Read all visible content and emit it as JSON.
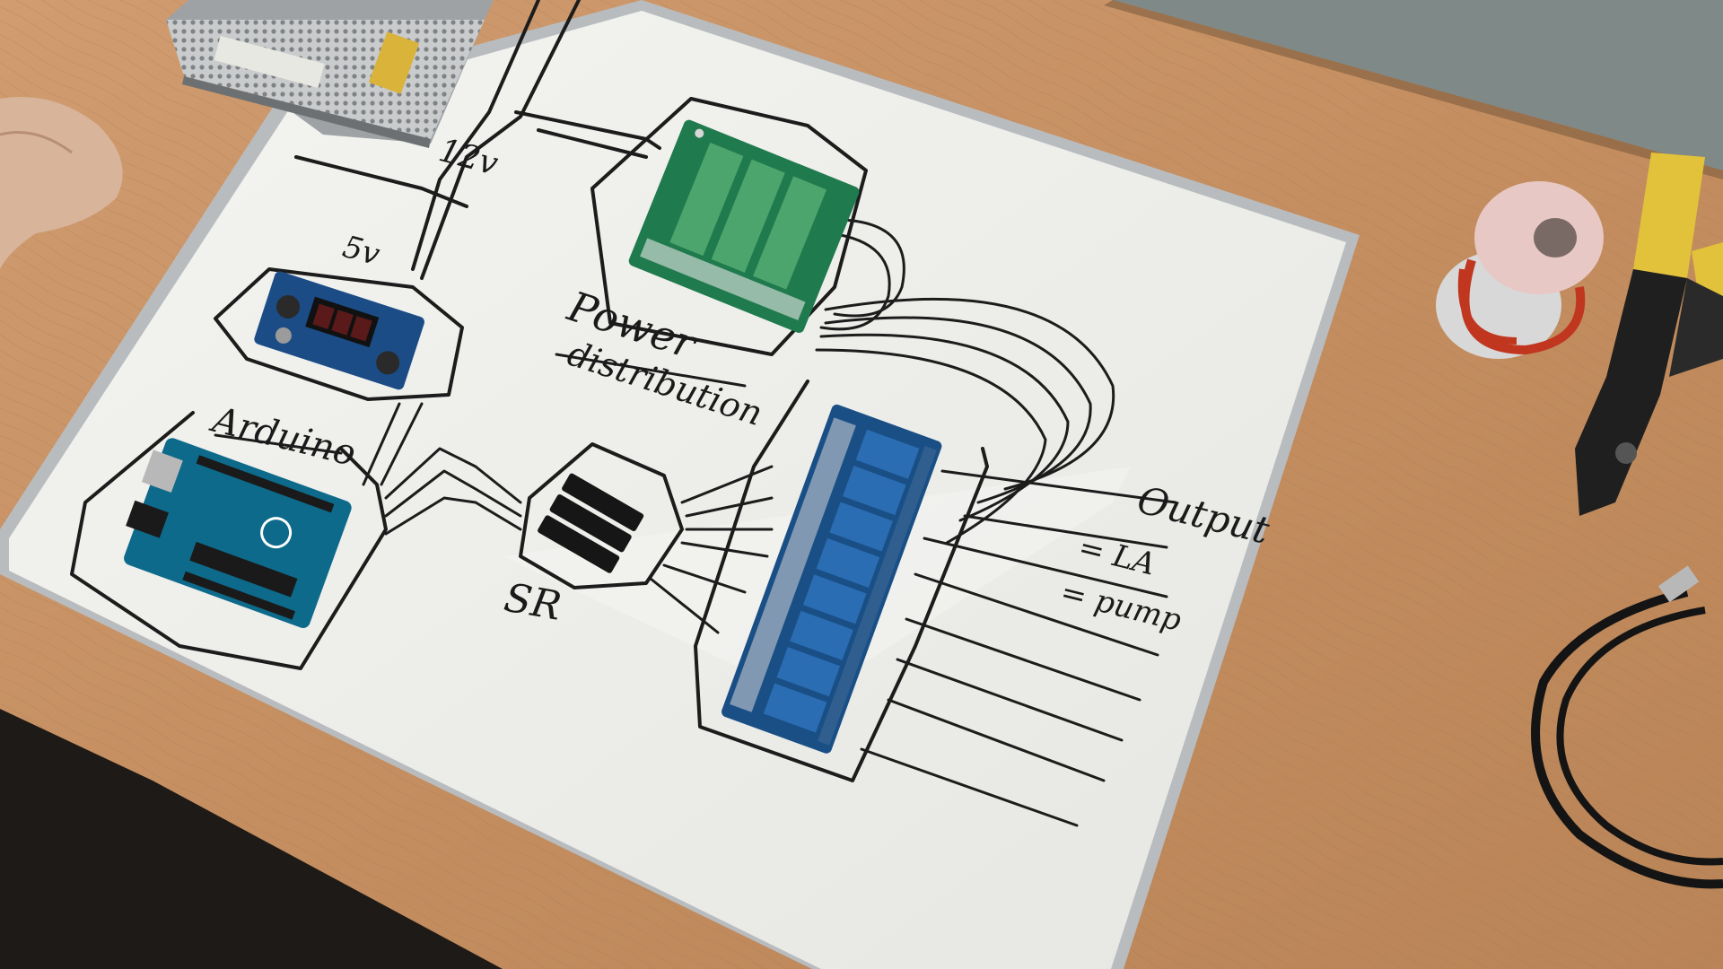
{
  "whiteboard": {
    "labels": {
      "twelve_volt": "12v",
      "five_volt": "5v",
      "power": "Power",
      "distribution": "distribution",
      "arduino": "Arduino",
      "shift_register": "SR",
      "output": "Output",
      "output_item_1": "= LA",
      "output_item_2": "= pump"
    }
  },
  "colors": {
    "desk": "#c8956a",
    "board": "#f2f2ef",
    "board_frame": "#b9bcbf",
    "ink": "#1c1c1c",
    "green_pcb": "#1f7a4d",
    "blue_pcb": "#1a4f86",
    "wire_red": "#c0361f"
  }
}
